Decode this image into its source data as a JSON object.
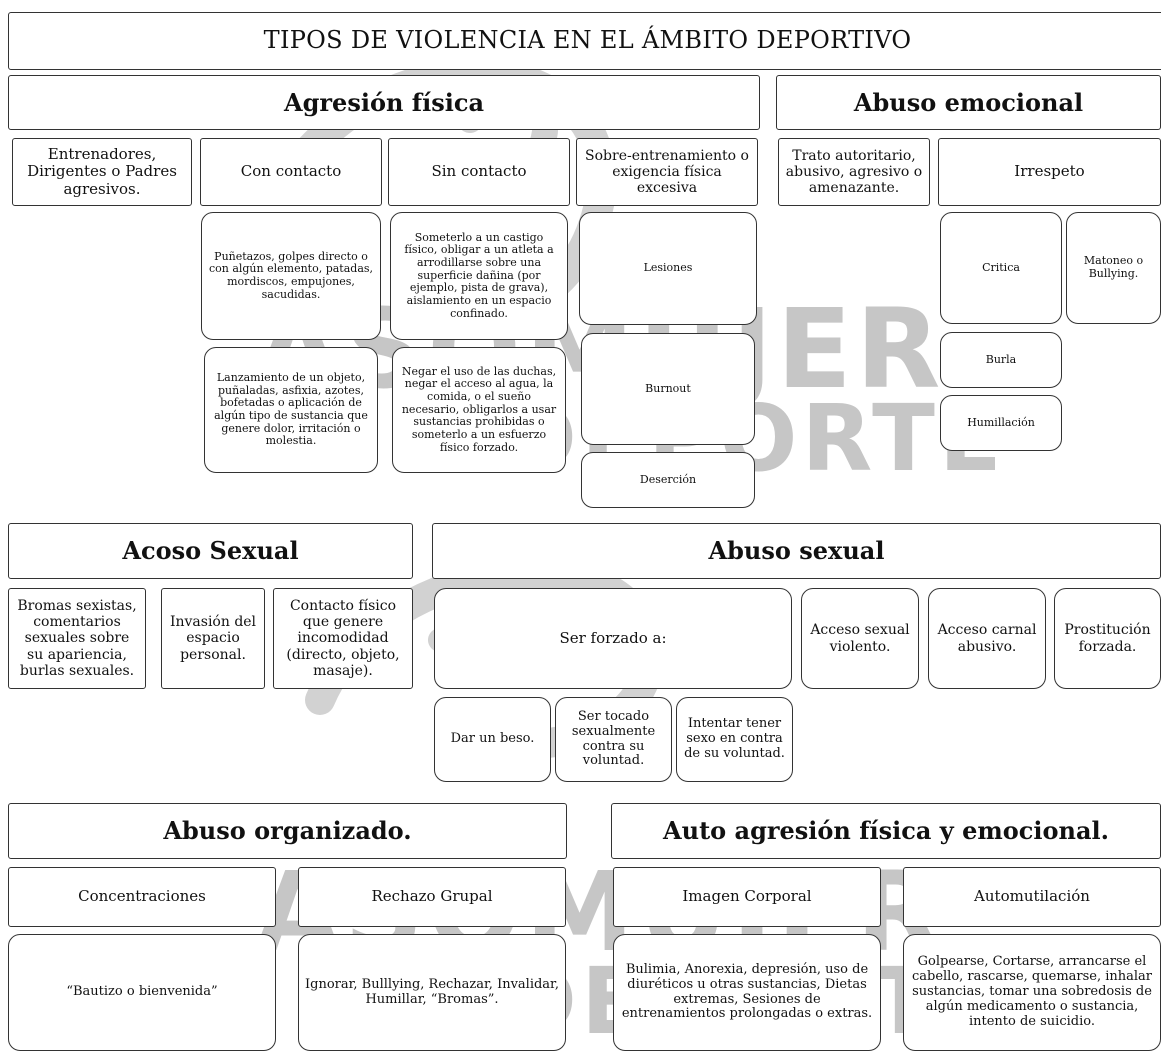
{
  "title": "TIPOS DE VIOLENCIA EN EL ÁMBITO DEPORTIVO",
  "watermark": {
    "line1": "ASOMUJER",
    "line2": "YDEPORTE",
    "color": "#c6c6c6"
  },
  "agresion_fisica": {
    "header": "Agresión física",
    "entrenadores": "Entrenadores, Dirigentes o Padres agresivos.",
    "con_contacto": {
      "label": "Con contacto",
      "items": [
        "Puñetazos, golpes directo o con algún elemento, patadas, mordiscos, empujones, sacudidas.",
        "Lanzamiento de un objeto, puñaladas, asfixia, azotes, bofetadas o aplicación de algún tipo de sustancia que genere dolor, irritación o molestia."
      ]
    },
    "sin_contacto": {
      "label": "Sin contacto",
      "items": [
        "Someterlo a un castigo físico, obligar a un atleta a arrodillarse sobre una superficie dañina (por ejemplo, pista de grava), aislamiento en un espacio confinado.",
        "Negar el uso de las duchas, negar el acceso al agua, la comida, o el sueño necesario, obligarlos a usar sustancias prohibidas o someterlo a un esfuerzo físico forzado."
      ]
    },
    "sobre_entrenamiento": {
      "label": "Sobre-entrenamiento o exigencia física excesiva",
      "items": [
        "Lesiones",
        "Burnout",
        "Deserción"
      ]
    }
  },
  "abuso_emocional": {
    "header": "Abuso emocional",
    "trato": "Trato autoritario, abusivo, agresivo o amenazante.",
    "irrespeto": {
      "label": "Irrespeto",
      "items": [
        "Critica",
        "Matoneo o Bullying.",
        "Burla",
        "Humillación"
      ]
    }
  },
  "acoso_sexual": {
    "header": "Acoso Sexual",
    "items": [
      "Bromas sexistas, comentarios sexuales sobre su apariencia, burlas sexuales.",
      "Invasión del espacio personal.",
      "Contacto físico que genere incomodidad (directo, objeto, masaje)."
    ]
  },
  "abuso_sexual": {
    "header": "Abuso sexual",
    "forzado": "Ser forzado a:",
    "forzado_items": [
      "Dar un beso.",
      "Ser tocado sexualmente contra su voluntad.",
      "Intentar tener sexo en contra de su voluntad."
    ],
    "otros": [
      "Acceso sexual violento.",
      "Acceso carnal abusivo.",
      "Prostitución forzada."
    ]
  },
  "abuso_organizado": {
    "header": "Abuso organizado.",
    "concentraciones": "Concentraciones",
    "concentraciones_detalle": "“Bautizo o bienvenida”",
    "rechazo": "Rechazo Grupal",
    "rechazo_detalle": "Ignorar, Bulllying, Rechazar, Invalidar, Humillar, “Bromas”."
  },
  "auto_agresion": {
    "header": "Auto agresión física y emocional.",
    "imagen": "Imagen Corporal",
    "imagen_detalle": "Bulimia, Anorexia, depresión, uso de diuréticos u otras sustancias, Dietas extremas, Sesiones de entrenamientos prolongadas o extras.",
    "automutilacion": "Automutilación",
    "automutilacion_detalle": "Golpearse, Cortarse, arrancarse el cabello, rascarse, quemarse, inhalar sustancias, tomar una sobredosis de algún medicamento o sustancia, intento de suicidio."
  }
}
